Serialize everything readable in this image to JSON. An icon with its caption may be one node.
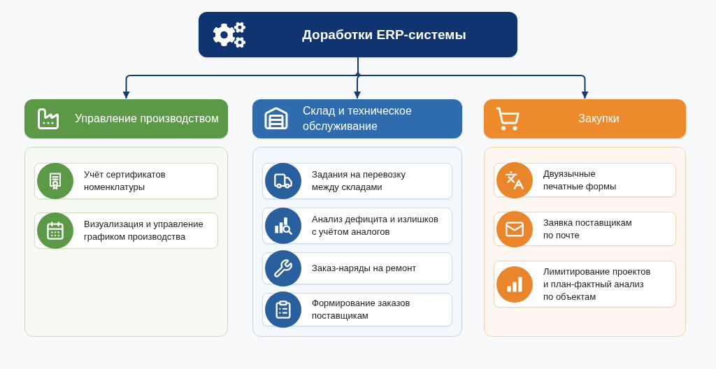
{
  "diagram": {
    "nodes": [
      {
        "text": [
          "Доработки ERP-системы"
        ]
      },
      {
        "text": [
          "Управление производством"
        ]
      },
      {
        "text": [],
        "shape": "box"
      },
      {
        "text": [
          "Учёт сертификатов номенклатуры"
        ],
        "in": 2
      },
      {
        "text": [
          "Визуализация и управление графиком производства"
        ],
        "in": 2
      },
      {
        "text": [
          "Склад и техническое обслуживание"
        ]
      },
      {
        "text": [],
        "shape": "box"
      },
      {
        "text": [
          "Задания на перевозку между складами"
        ],
        "in": 6
      },
      {
        "text": [
          "Анализ дефицита и излишков с учётом аналогов"
        ],
        "in": 6
      },
      {
        "text": [
          "Заказ-наряды на ремонт"
        ],
        "in": 6
      },
      {
        "text": [
          "Формирование заказов поставщикам"
        ],
        "in": 6
      },
      {
        "text": [
          "Закупки"
        ]
      },
      {
        "text": [],
        "shape": "box"
      },
      {
        "text": [
          "Двуязычные печатные формы"
        ],
        "in": 12
      },
      {
        "text": [
          "Заявка поставщикам по почте"
        ],
        "in": 12
      },
      {
        "text": [
          "Лимитирование проектов и план-фактный анализ по объектам"
        ],
        "in": 12
      }
    ],
    "edges": [
      {
        "from": 0,
        "to": 1,
        "arrow": "to"
      },
      {
        "from": 0,
        "to": 5,
        "arrow": "to"
      },
      {
        "from": 0,
        "to": 11,
        "arrow": "to"
      }
    ]
  }
}
